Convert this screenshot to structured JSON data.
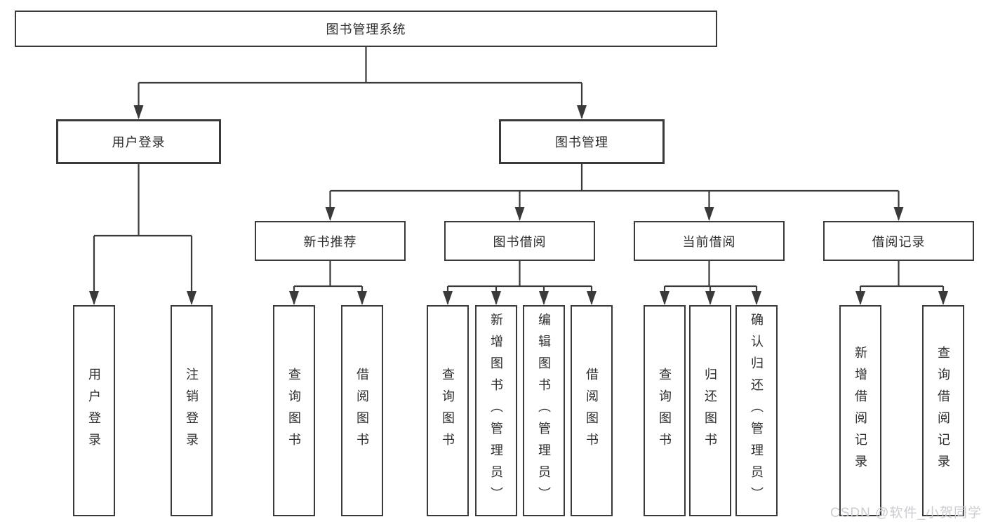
{
  "diagram": {
    "root": "图书管理系统",
    "level2": {
      "user_login": "用户登录",
      "book_mgmt": "图书管理"
    },
    "level3": {
      "new_books": "新书推荐",
      "borrow": "图书借阅",
      "current": "当前借阅",
      "records": "借阅记录"
    },
    "leaves": {
      "user_login": [
        "用户登录",
        "注销登录"
      ],
      "new_books": [
        "查询图书",
        "借阅图书"
      ],
      "borrow": [
        "查询图书",
        "新增图书（管理员）",
        "编辑图书（管理员）",
        "借阅图书"
      ],
      "current": [
        "查询图书",
        "归还图书",
        "确认归还（管理员）"
      ],
      "records": [
        "新增借阅记录",
        "查询借阅记录"
      ]
    }
  },
  "colors": {
    "line": "#3a3a3a",
    "box_border": "#3a3a3a",
    "text": "#2d2d2d",
    "watermark": "#cdcdd1"
  },
  "watermark": "CSDN @软件_小贺同学"
}
